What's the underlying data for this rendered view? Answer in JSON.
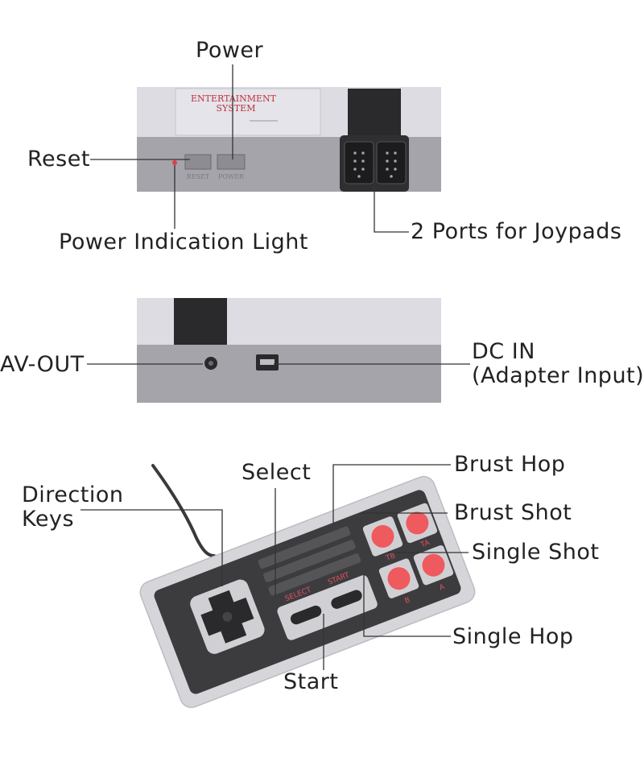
{
  "console_top": {
    "emblem_line1": "ENTERTAINMENT",
    "emblem_line2": "SYSTEM",
    "reset_print": "RESET",
    "power_print": "POWER"
  },
  "controller": {
    "select_print": "SELECT",
    "start_print": "START",
    "tb_print": "TB",
    "ta_print": "TA",
    "b_print": "B",
    "a_print": "A"
  },
  "callouts": {
    "power": "Power",
    "reset": "Reset",
    "power_light": "Power Indication Light",
    "joypad_ports": "2 Ports for Joypads",
    "av_out": "AV-OUT",
    "dc_in_line1": "DC IN",
    "dc_in_line2": "(Adapter Input)",
    "direction_line1": "Direction",
    "direction_line2": "Keys",
    "select": "Select",
    "start": "Start",
    "brust_hop": "Brust Hop",
    "brust_shot": "Brust Shot",
    "single_shot": "Single Shot",
    "single_hop": "Single Hop"
  },
  "colors": {
    "shell_light": "#dcdce2",
    "shell_dark": "#a4a4aa",
    "panel_dark": "#3c3c3e",
    "button_red": "#ef5a5e",
    "leader_line": "#333333"
  }
}
